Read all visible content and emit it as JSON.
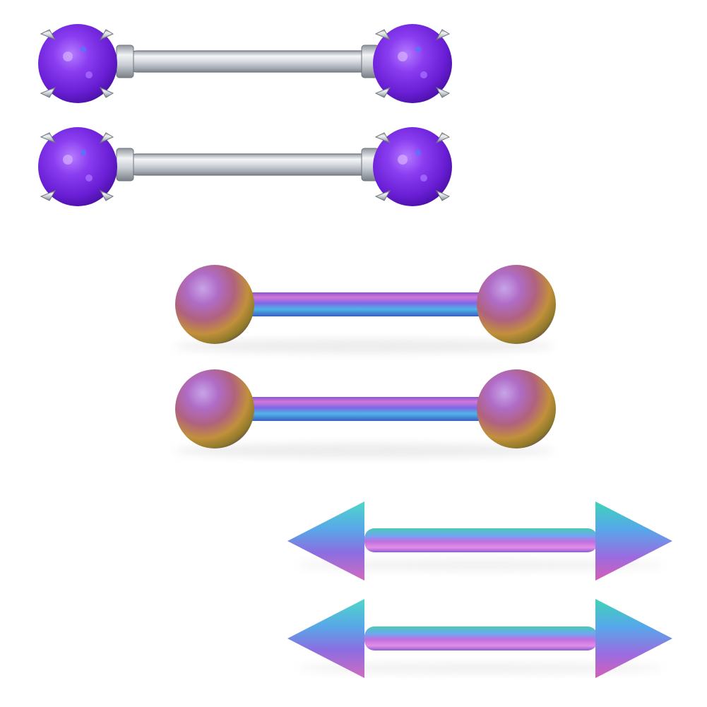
{
  "scene": {
    "background": "#ffffff",
    "subject": "barbell-piercing-set",
    "groups": [
      {
        "kind": "opal-prong-barbell",
        "count": 2,
        "metal": "#c9cdd3",
        "gem_color": "#7b2fe0"
      },
      {
        "kind": "frosted-ball-barbell",
        "count": 2,
        "finish": "rainbow-anodized"
      },
      {
        "kind": "spike-barbell",
        "count": 2,
        "finish": "rainbow-anodized"
      }
    ]
  }
}
